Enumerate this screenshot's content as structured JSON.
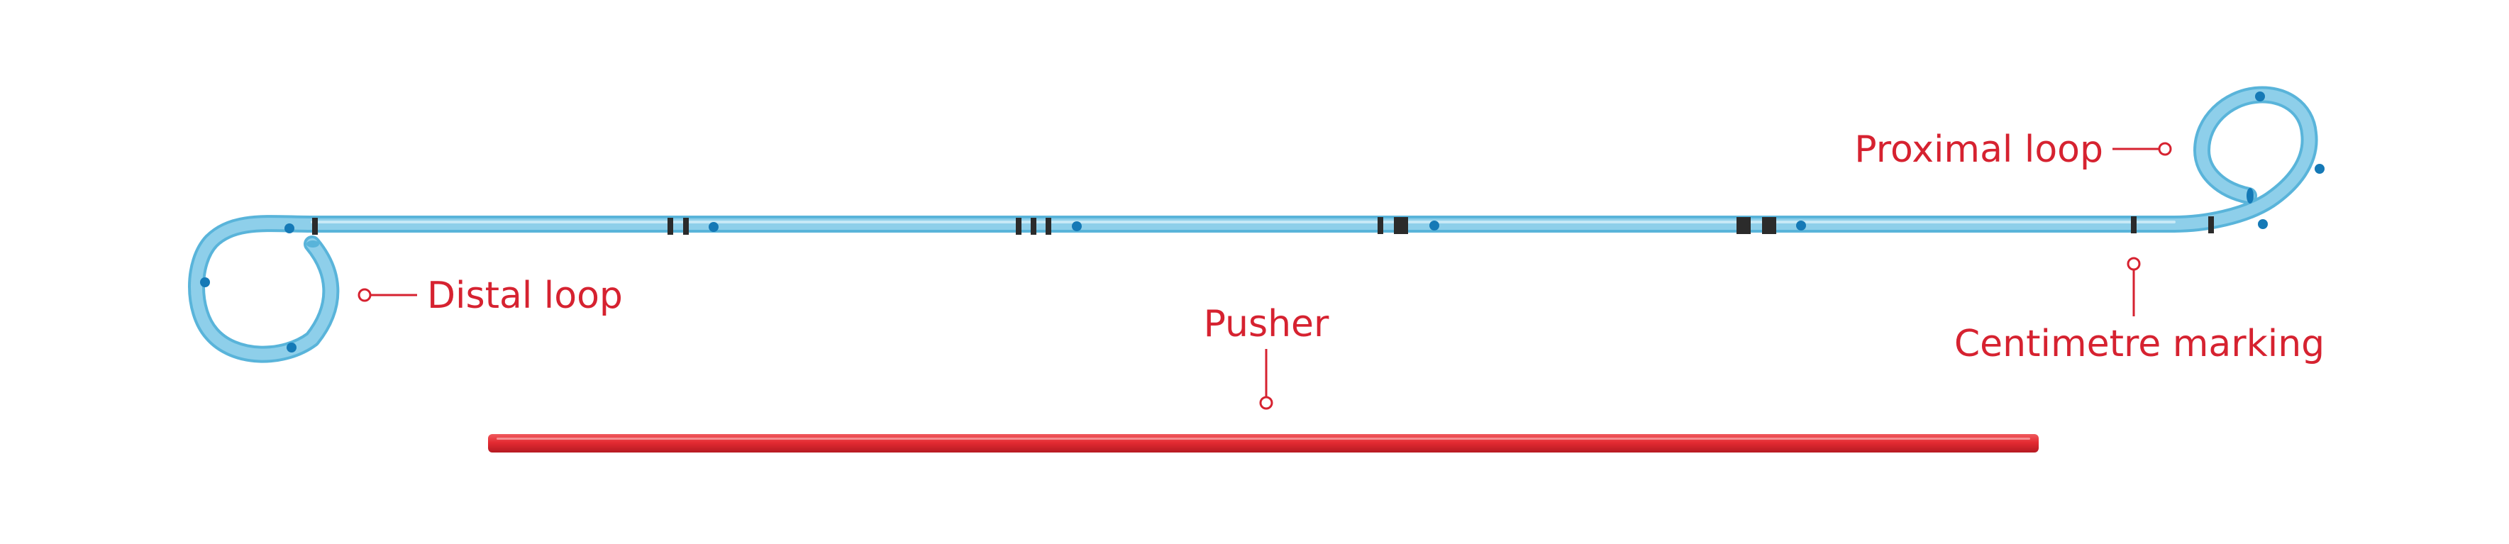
{
  "labels": {
    "distal_loop": "Distal loop",
    "proximal_loop": "Proximal loop",
    "pusher": "Pusher",
    "centimetre_marking": "Centimetre marking"
  },
  "colors": {
    "stent_fill": "#8ECFEA",
    "stent_edge": "#59B4DA",
    "stent_hole": "#1579B6",
    "marking": "#2B2B2B",
    "label_red": "#D62230",
    "pusher_red": "#E42B32"
  }
}
